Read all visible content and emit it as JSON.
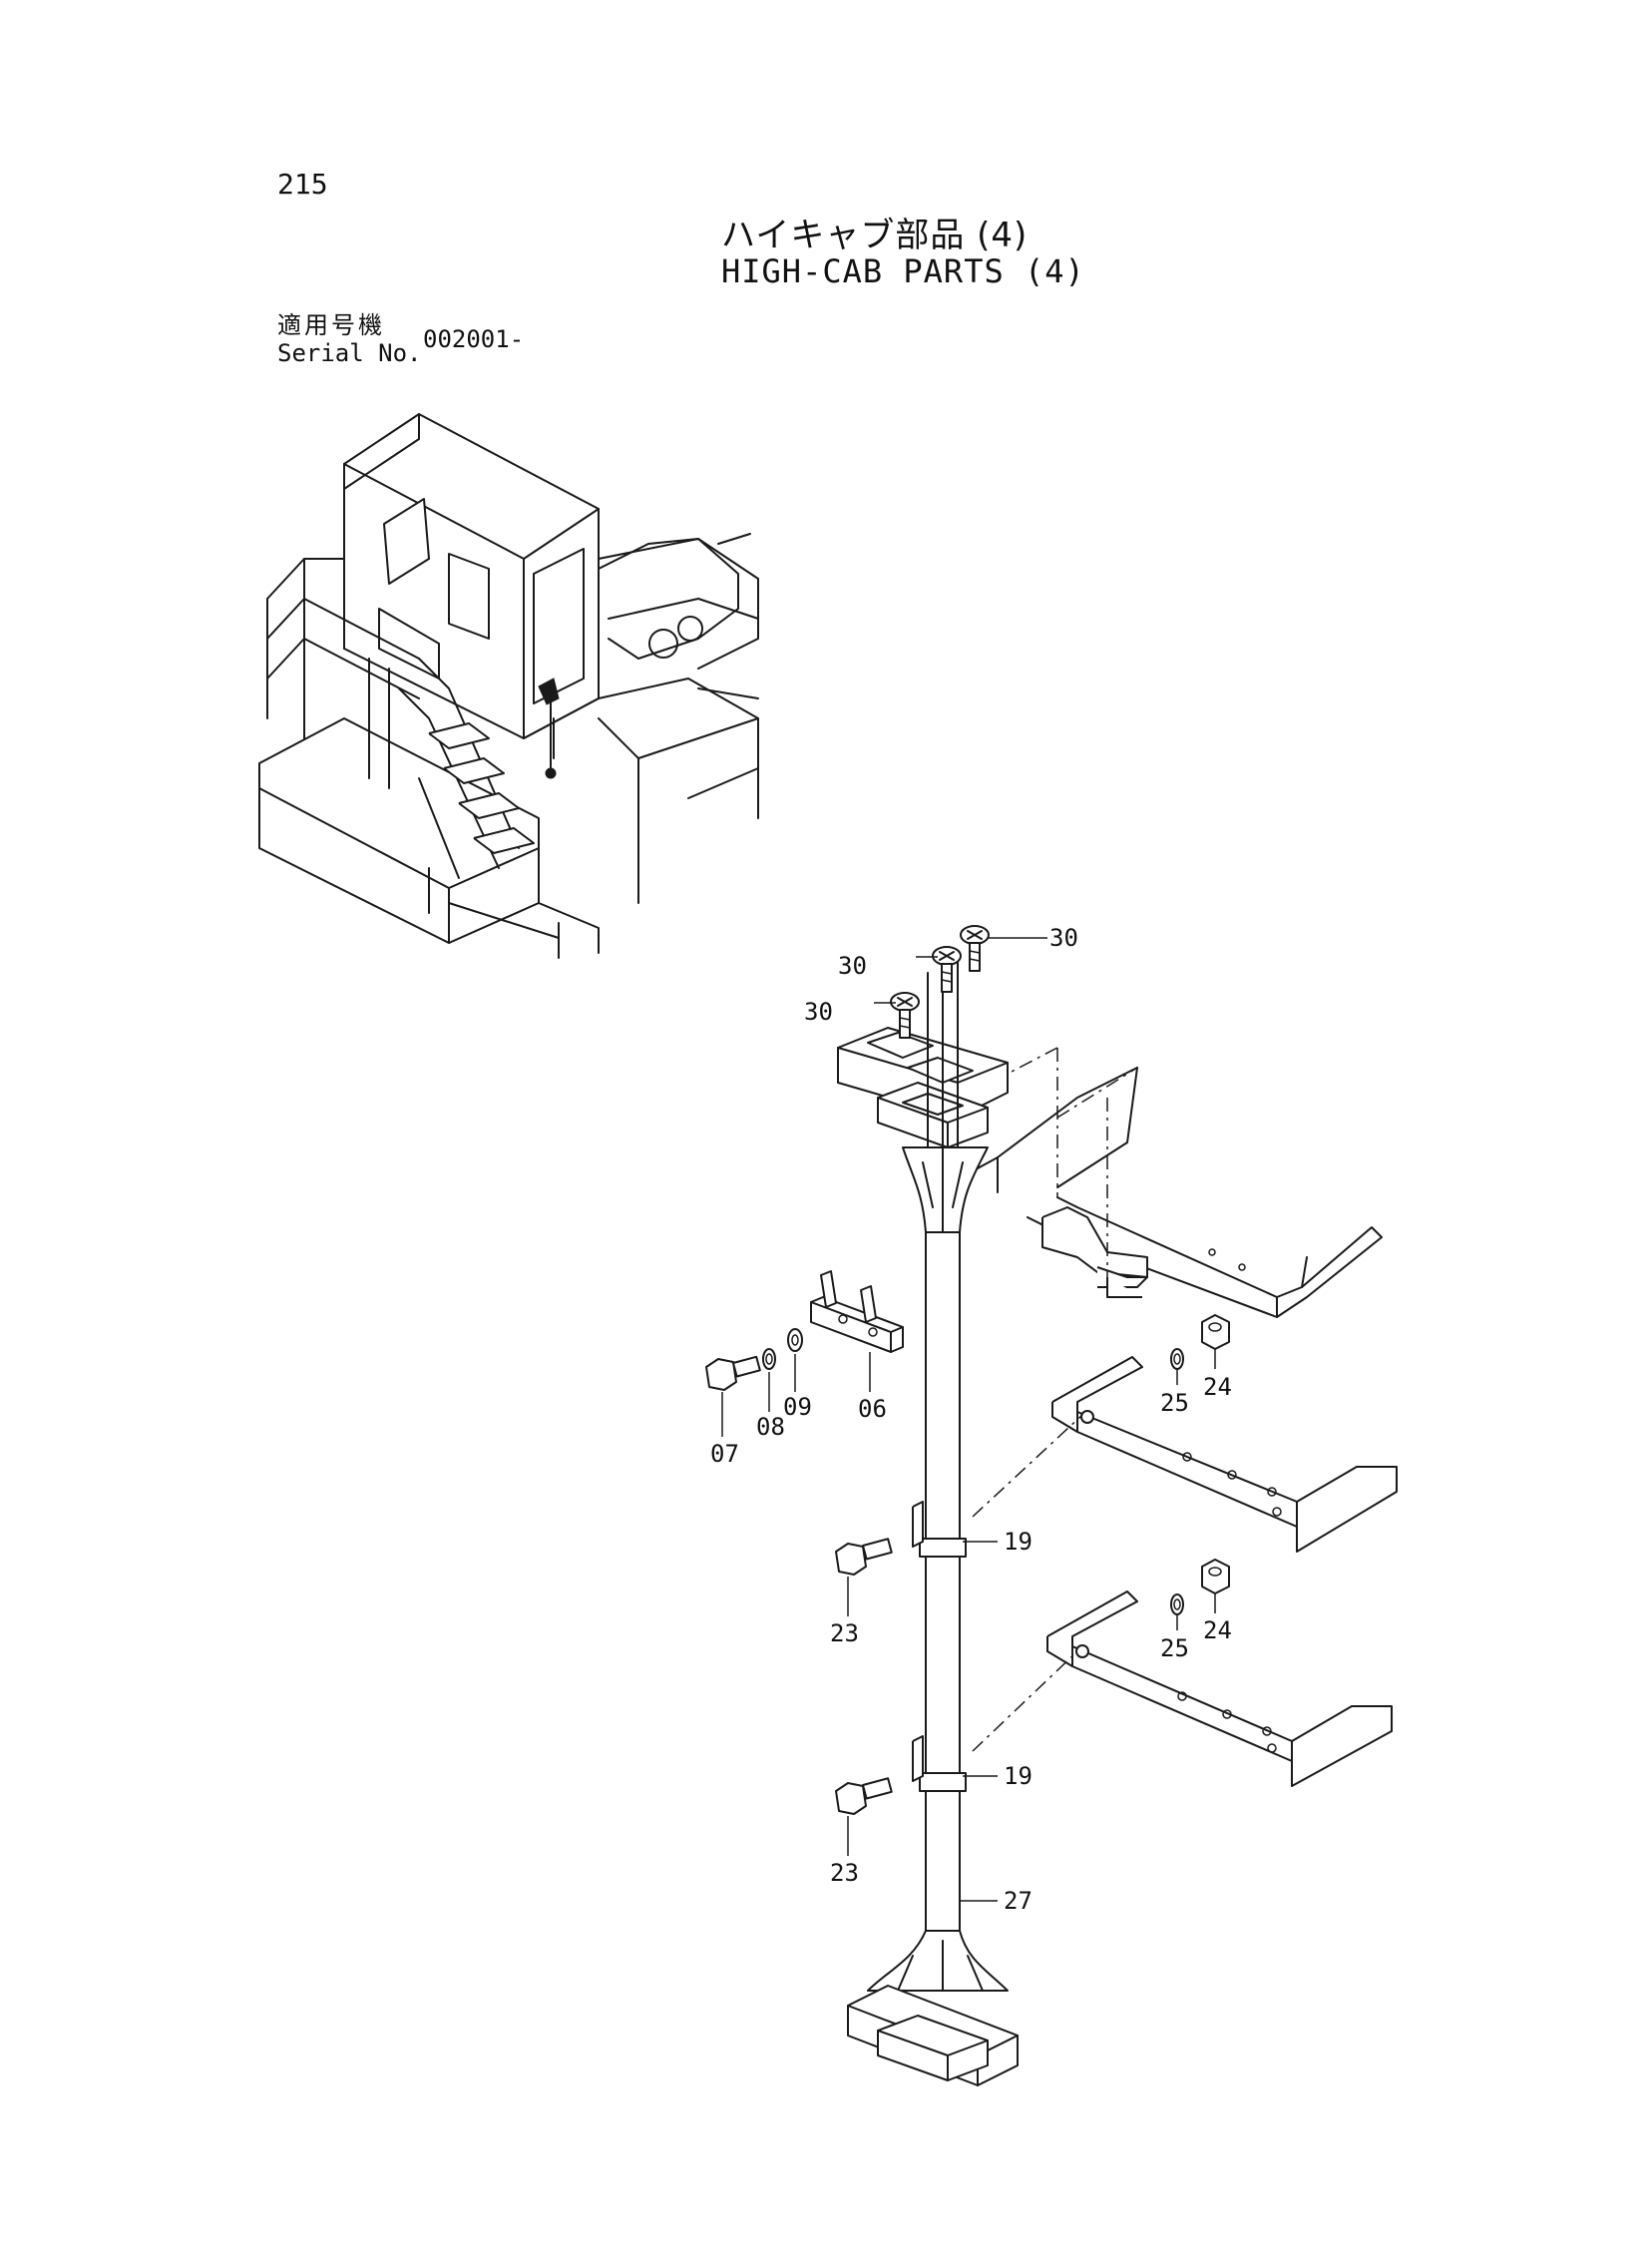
{
  "page": {
    "number": "215"
  },
  "title": {
    "jp": "ハイキャブ部品 (4)",
    "en": "HIGH-CAB PARTS (4)"
  },
  "serial": {
    "label_jp": "適用号機",
    "label_en": "Serial No.",
    "value": "002001-"
  },
  "callouts": {
    "c30a": "30",
    "c30b": "30",
    "c30c": "30",
    "c06": "06",
    "c07": "07",
    "c08": "08",
    "c09": "09",
    "c19a": "19",
    "c19b": "19",
    "c23a": "23",
    "c23b": "23",
    "c24a": "24",
    "c24b": "24",
    "c25a": "25",
    "c25b": "25",
    "c27": "27"
  },
  "colors": {
    "ink": "#1a1a1a",
    "paper": "#ffffff"
  }
}
